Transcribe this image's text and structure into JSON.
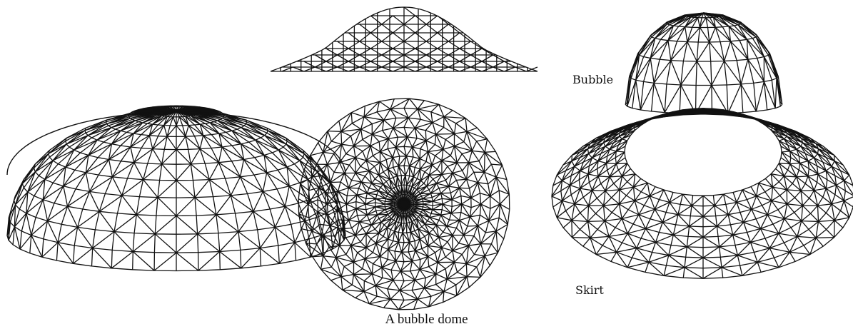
{
  "caption": "A bubble dome",
  "labels": {
    "bubble": "Bubble",
    "skirt": "Skirt"
  },
  "views": [
    {
      "id": "perspective",
      "description_hidden": true
    },
    {
      "id": "elevation"
    },
    {
      "id": "plan"
    },
    {
      "id": "bubble-component"
    },
    {
      "id": "skirt-component"
    }
  ],
  "colors": {
    "line": "#111111",
    "background": "#ffffff"
  }
}
